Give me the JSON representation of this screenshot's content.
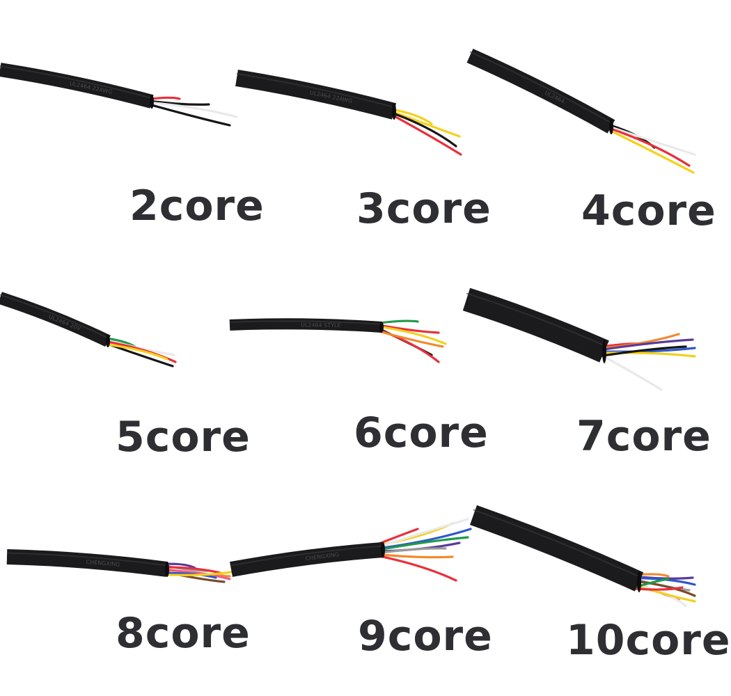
{
  "colors": {
    "background": "#ffffff",
    "label": "#2e2f33",
    "jacket": "#1b1b1d",
    "jacket_text": "#4a4a4e"
  },
  "wire_colors": {
    "red": "#e8303a",
    "black": "#151515",
    "white": "#e9e9e9",
    "yellow": "#f2d11c",
    "green": "#1f9a4a",
    "blue": "#2f58c9",
    "orange": "#f08a2c",
    "purple": "#5a3a9c",
    "brown": "#7a4a2a",
    "gray": "#9a9a9a",
    "pink": "#f05b8a"
  },
  "items": [
    {
      "id": "2core",
      "label": "2core",
      "cores": 2,
      "jacket_print": "UL2464 22AWG",
      "wires": [
        "red",
        "black",
        "white",
        "black"
      ]
    },
    {
      "id": "3core",
      "label": "3core",
      "cores": 3,
      "jacket_print": "UL2464 22AWG",
      "wires": [
        "yellow",
        "yellow",
        "black",
        "red"
      ]
    },
    {
      "id": "4core",
      "label": "4core",
      "cores": 4,
      "jacket_print": "UL2464",
      "wires": [
        "black",
        "white",
        "red",
        "yellow"
      ]
    },
    {
      "id": "5core",
      "label": "5core",
      "cores": 5,
      "jacket_print": "UL2464 20V",
      "wires": [
        "green",
        "white",
        "red",
        "black",
        "yellow"
      ]
    },
    {
      "id": "6core",
      "label": "6core",
      "cores": 6,
      "jacket_print": "UL2464 STYLE",
      "wires": [
        "green",
        "red",
        "yellow",
        "black",
        "red",
        "orange"
      ]
    },
    {
      "id": "7core",
      "label": "7core",
      "cores": 7,
      "jacket_print": "",
      "wires": [
        "red",
        "orange",
        "purple",
        "blue",
        "yellow",
        "white",
        "black"
      ]
    },
    {
      "id": "8core",
      "label": "8core",
      "cores": 8,
      "jacket_print": "CHENGXING",
      "wires": [
        "purple",
        "gray",
        "red",
        "orange",
        "pink",
        "brown",
        "blue",
        "yellow"
      ]
    },
    {
      "id": "9core",
      "label": "9core",
      "cores": 9,
      "jacket_print": "CHENGXING",
      "wires": [
        "red",
        "yellow",
        "white",
        "blue",
        "green",
        "purple",
        "gray",
        "orange",
        "red"
      ]
    },
    {
      "id": "10core",
      "label": "10core",
      "cores": 10,
      "jacket_print": "",
      "wires": [
        "orange",
        "purple",
        "blue",
        "gray",
        "brown",
        "pink",
        "white",
        "yellow",
        "green",
        "red"
      ]
    }
  ]
}
